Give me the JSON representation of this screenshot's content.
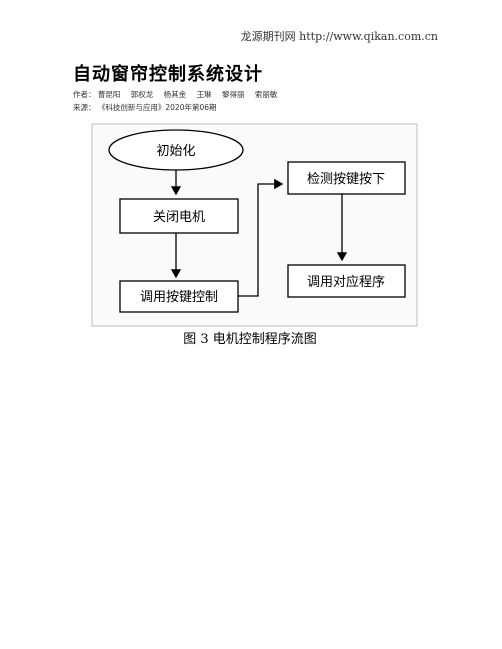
{
  "header": {
    "site": "龙源期刊网 http://www.qikan.com.cn"
  },
  "article": {
    "title": "自动窗帘控制系统设计",
    "authors_label": "作者：",
    "authors": [
      "曹昆阳",
      "郭权龙",
      "杨其金",
      "王琳",
      "黎得丽",
      "索丽敏"
    ],
    "source_label": "来源：",
    "source": "《科技创新与应用》2020年第06期"
  },
  "flowchart": {
    "start": "初始化",
    "step1": "关闭电机",
    "step2": "调用按键控制",
    "step3": "检测按键按下",
    "step4": "调用对应程序",
    "caption": "图 3  电机控制程序流图"
  }
}
